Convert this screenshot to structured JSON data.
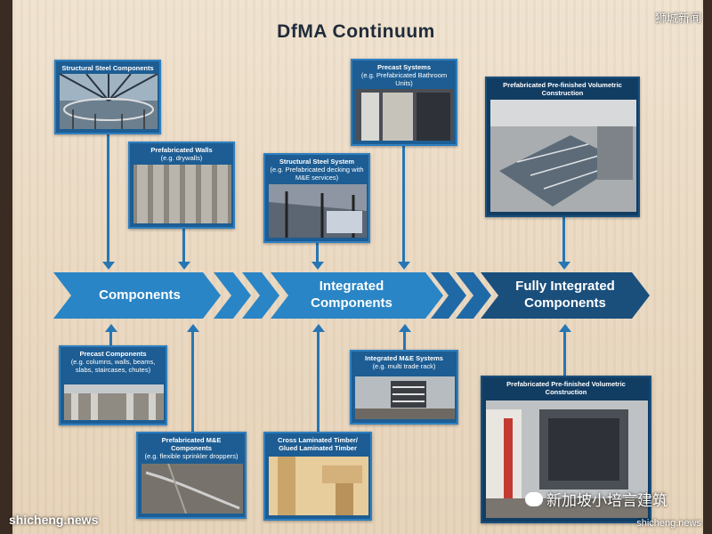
{
  "title": "DfMA Continuum",
  "stages": [
    {
      "label": "Components"
    },
    {
      "label": "Integrated Components"
    },
    {
      "label": "Fully Integrated Components"
    }
  ],
  "cards": {
    "structural_steel_components": {
      "title": "Structural Steel Components",
      "sub": ""
    },
    "prefab_walls": {
      "title": "Prefabricated Walls",
      "sub": "(e.g. drywalls)"
    },
    "structural_steel_system": {
      "title": "Structural Steel System",
      "sub": "(e.g. Prefabricated decking with M&E services)"
    },
    "precast_systems": {
      "title": "Precast Systems",
      "sub": "(e.g. Prefabricated Bathroom Units)"
    },
    "ppvc_top": {
      "title": "Prefabricated Pre-finished Volumetric Construction",
      "sub": ""
    },
    "precast_components": {
      "title": "Precast Components",
      "sub": "(e.g. columns, walls, beams, slabs, staircases, chutes)"
    },
    "prefab_me_components": {
      "title": "Prefabricated M&E Components",
      "sub": "(e.g. flexible sprinkler droppers)"
    },
    "clt_glt": {
      "title": "Cross Laminated Timber/ Glued Laminated Timber",
      "sub": ""
    },
    "integrated_me": {
      "title": "Integrated M&E Systems",
      "sub": "(e.g. multi trade rack)"
    },
    "ppvc_bottom": {
      "title": "Prefabricated Pre-finished Volumetric Construction",
      "sub": ""
    }
  },
  "watermarks": {
    "top_right": "狮城新闻",
    "bottom_left": "shicheng.news",
    "bottom_right": "shicheng.news",
    "wechat_text": "新加坡小培言建筑"
  },
  "colors": {
    "card_blue": "#1d5d93",
    "arrow_light": "#2a85c6",
    "arrow_dark": "#1a4f7c",
    "board": "#ecdcc6"
  }
}
